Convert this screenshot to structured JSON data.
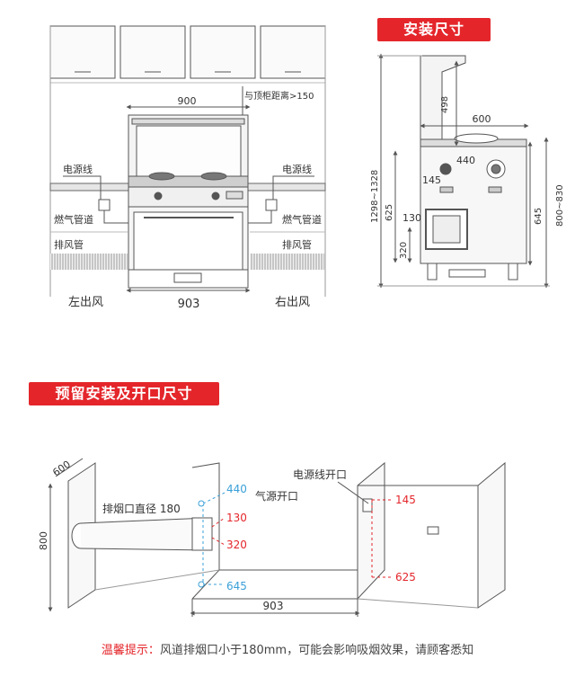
{
  "sections": {
    "install_size_title": "安装尺寸",
    "reserved_title": "预留安装及开口尺寸"
  },
  "front_view": {
    "dim_width_top": "900",
    "cabinet_note": "与顶柜距离>150",
    "power_left": "电源线",
    "power_right": "电源线",
    "gas_pipe_left": "燃气管道",
    "gas_pipe_right": "燃气管道",
    "exhaust_left": "排风管",
    "exhaust_right": "排风管",
    "dim_width_bottom": "903",
    "left_outlet": "左出风",
    "right_outlet": "右出风"
  },
  "side_view": {
    "dim_498": "498",
    "dim_600": "600",
    "dim_440": "440",
    "dim_145": "145",
    "dim_1298": "1298~1328",
    "dim_625": "625",
    "dim_130": "130",
    "dim_320": "320",
    "dim_645": "645",
    "dim_800_830": "800~830"
  },
  "opening_view": {
    "dim_600": "600",
    "dim_800": "800",
    "exhaust_diameter": "排烟口直径 180",
    "dim_440": "440",
    "gas_opening": "气源开口",
    "dim_130": "130",
    "dim_320": "320",
    "dim_645": "645",
    "power_opening": "电源线开口",
    "dim_145": "145",
    "dim_625": "625",
    "dim_903": "903"
  },
  "footer": {
    "warning_label": "温馨提示：",
    "warning_text": "风道排烟口小于180mm，可能会影响吸烟效果，请顾客悉知"
  },
  "colors": {
    "banner_red": "#e4262b",
    "dim_blue": "#3aa0d8",
    "dim_red": "#e4262b",
    "line_gray": "#555555"
  }
}
